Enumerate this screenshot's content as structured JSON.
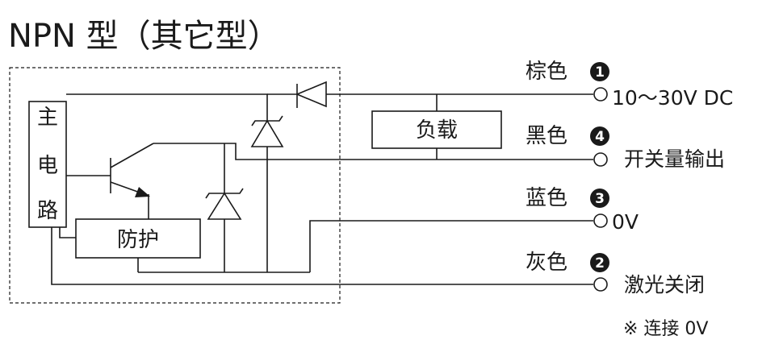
{
  "title": "NPN 型（其它型）",
  "main_circuit": [
    "主",
    "电",
    "路"
  ],
  "protection_label": "防护",
  "load_label": "负载",
  "wires": [
    {
      "color_label": "棕色",
      "number": "1",
      "terminal": "10～30V DC"
    },
    {
      "color_label": "黑色",
      "number": "4",
      "terminal": "开关量输出"
    },
    {
      "color_label": "蓝色",
      "number": "3",
      "terminal": "0V"
    },
    {
      "color_label": "灰色",
      "number": "2",
      "terminal": "激光关闭"
    }
  ],
  "note": "※ 连接 0V",
  "colors": {
    "ink": "#1a1a1a",
    "background": "#ffffff"
  }
}
